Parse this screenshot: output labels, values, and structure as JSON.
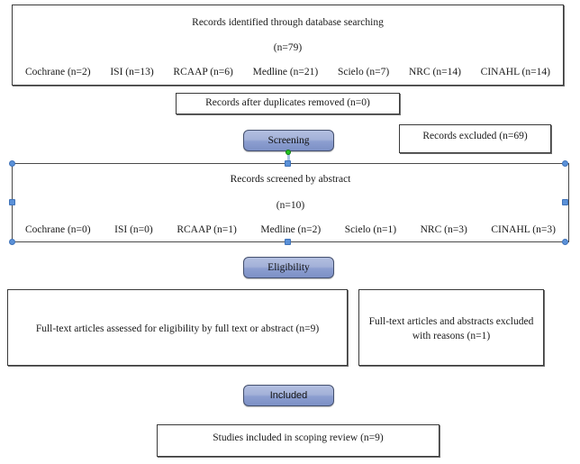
{
  "diagram": {
    "title": "PRISMA scoping review flow diagram",
    "accent_color": "#5b91d8",
    "badge_gradient_top": "#b3bfe0",
    "badge_gradient_bottom": "#7c90c6",
    "connection_dot_color": "#22c322",
    "box_border_color": "#3a3a3a"
  },
  "identification": {
    "title": "Records identified through database searching",
    "total": "(n=79)",
    "sources": [
      {
        "label": "Cochrane (n=2)"
      },
      {
        "label": "ISI (n=13)"
      },
      {
        "label": "RCAAP (n=6)"
      },
      {
        "label": "Medline (n=21)"
      },
      {
        "label": "Scielo (n=7)"
      },
      {
        "label": "NRC (n=14)"
      },
      {
        "label": "CINAHL (n=14)"
      }
    ]
  },
  "duplicates": {
    "label": "Records after duplicates removed (n=0)"
  },
  "stages": {
    "screening": "Screening",
    "eligibility": "Eligibility",
    "included": "Included"
  },
  "excluded": {
    "label": "Records excluded (n=69)"
  },
  "screening": {
    "title": "Records screened by abstract",
    "total": "(n=10)",
    "selected": true,
    "sources": [
      {
        "label": "Cochrane (n=0)"
      },
      {
        "label": "ISI (n=0)"
      },
      {
        "label": "RCAAP (n=1)"
      },
      {
        "label": "Medline (n=2)"
      },
      {
        "label": "Scielo (n=1)"
      },
      {
        "label": "NRC (n=3)"
      },
      {
        "label": "CINAHL (n=3)"
      }
    ]
  },
  "eligibility": {
    "assessed_label": "Full-text articles assessed for eligibility by full text or abstract (n=9)",
    "excluded_line1": "Full-text articles and abstracts excluded",
    "excluded_line2": "with reasons (n=1)"
  },
  "included": {
    "label": "Studies included in scoping review (n=9)"
  }
}
